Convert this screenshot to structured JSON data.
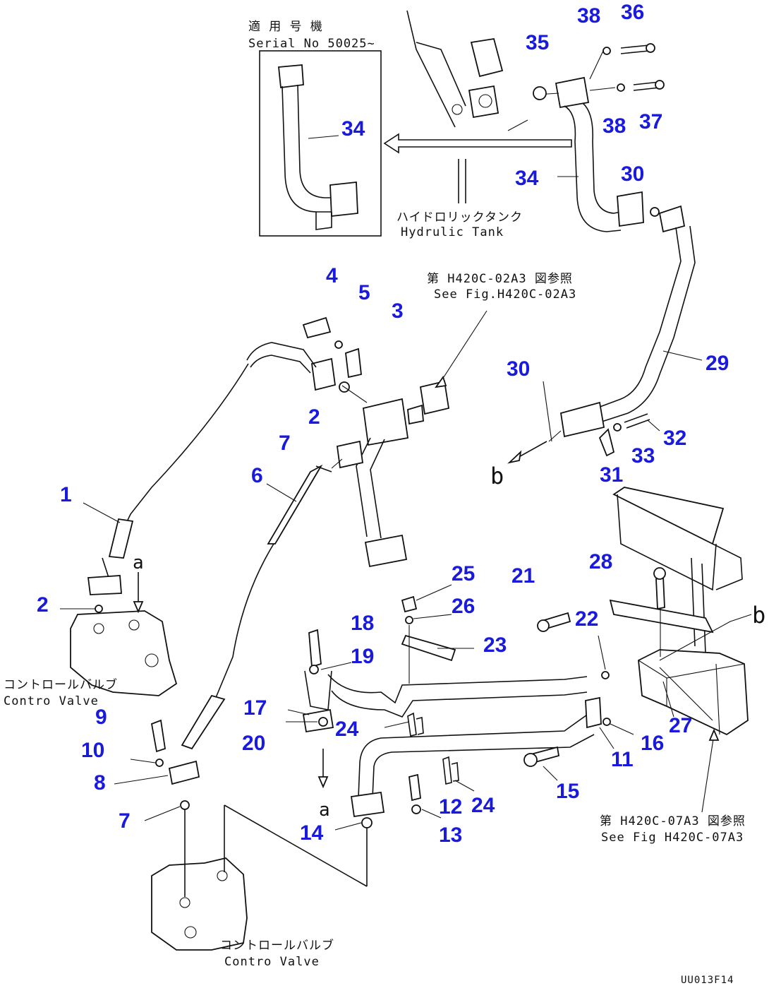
{
  "colors": {
    "callout": "#1a1adf",
    "line": "#111111",
    "background": "#ffffff"
  },
  "labels": {
    "serial_jp": "適 用 号 機",
    "serial_en": "Serial No 50025~",
    "tank_jp": "ハイドロリックタンク",
    "tank_en": "Hydrulic Tank",
    "ref1_jp": "第 H420C-02A3 図参照",
    "ref1_en": "See Fig.H420C-02A3",
    "ref2_jp": "第 H420C-07A3 図参照",
    "ref2_en": "See Fig H420C-07A3",
    "valve1_jp": "コントロールバルブ",
    "valve1_en": "Contro Valve",
    "valve2_jp": "コントロールバルブ",
    "valve2_en": "Contro Valve",
    "marker_a_top": "a",
    "marker_a_bottom": "a",
    "marker_b_left": "b",
    "marker_b_right": "b",
    "code": "UU013F14"
  },
  "callouts": [
    "1",
    "2",
    "2",
    "3",
    "4",
    "5",
    "6",
    "7",
    "7",
    "8",
    "9",
    "10",
    "11",
    "12",
    "13",
    "14",
    "15",
    "16",
    "17",
    "18",
    "19",
    "20",
    "21",
    "22",
    "23",
    "24",
    "24",
    "25",
    "26",
    "27",
    "28",
    "29",
    "30",
    "30",
    "31",
    "32",
    "33",
    "34",
    "34",
    "35",
    "36",
    "37",
    "38",
    "38"
  ]
}
